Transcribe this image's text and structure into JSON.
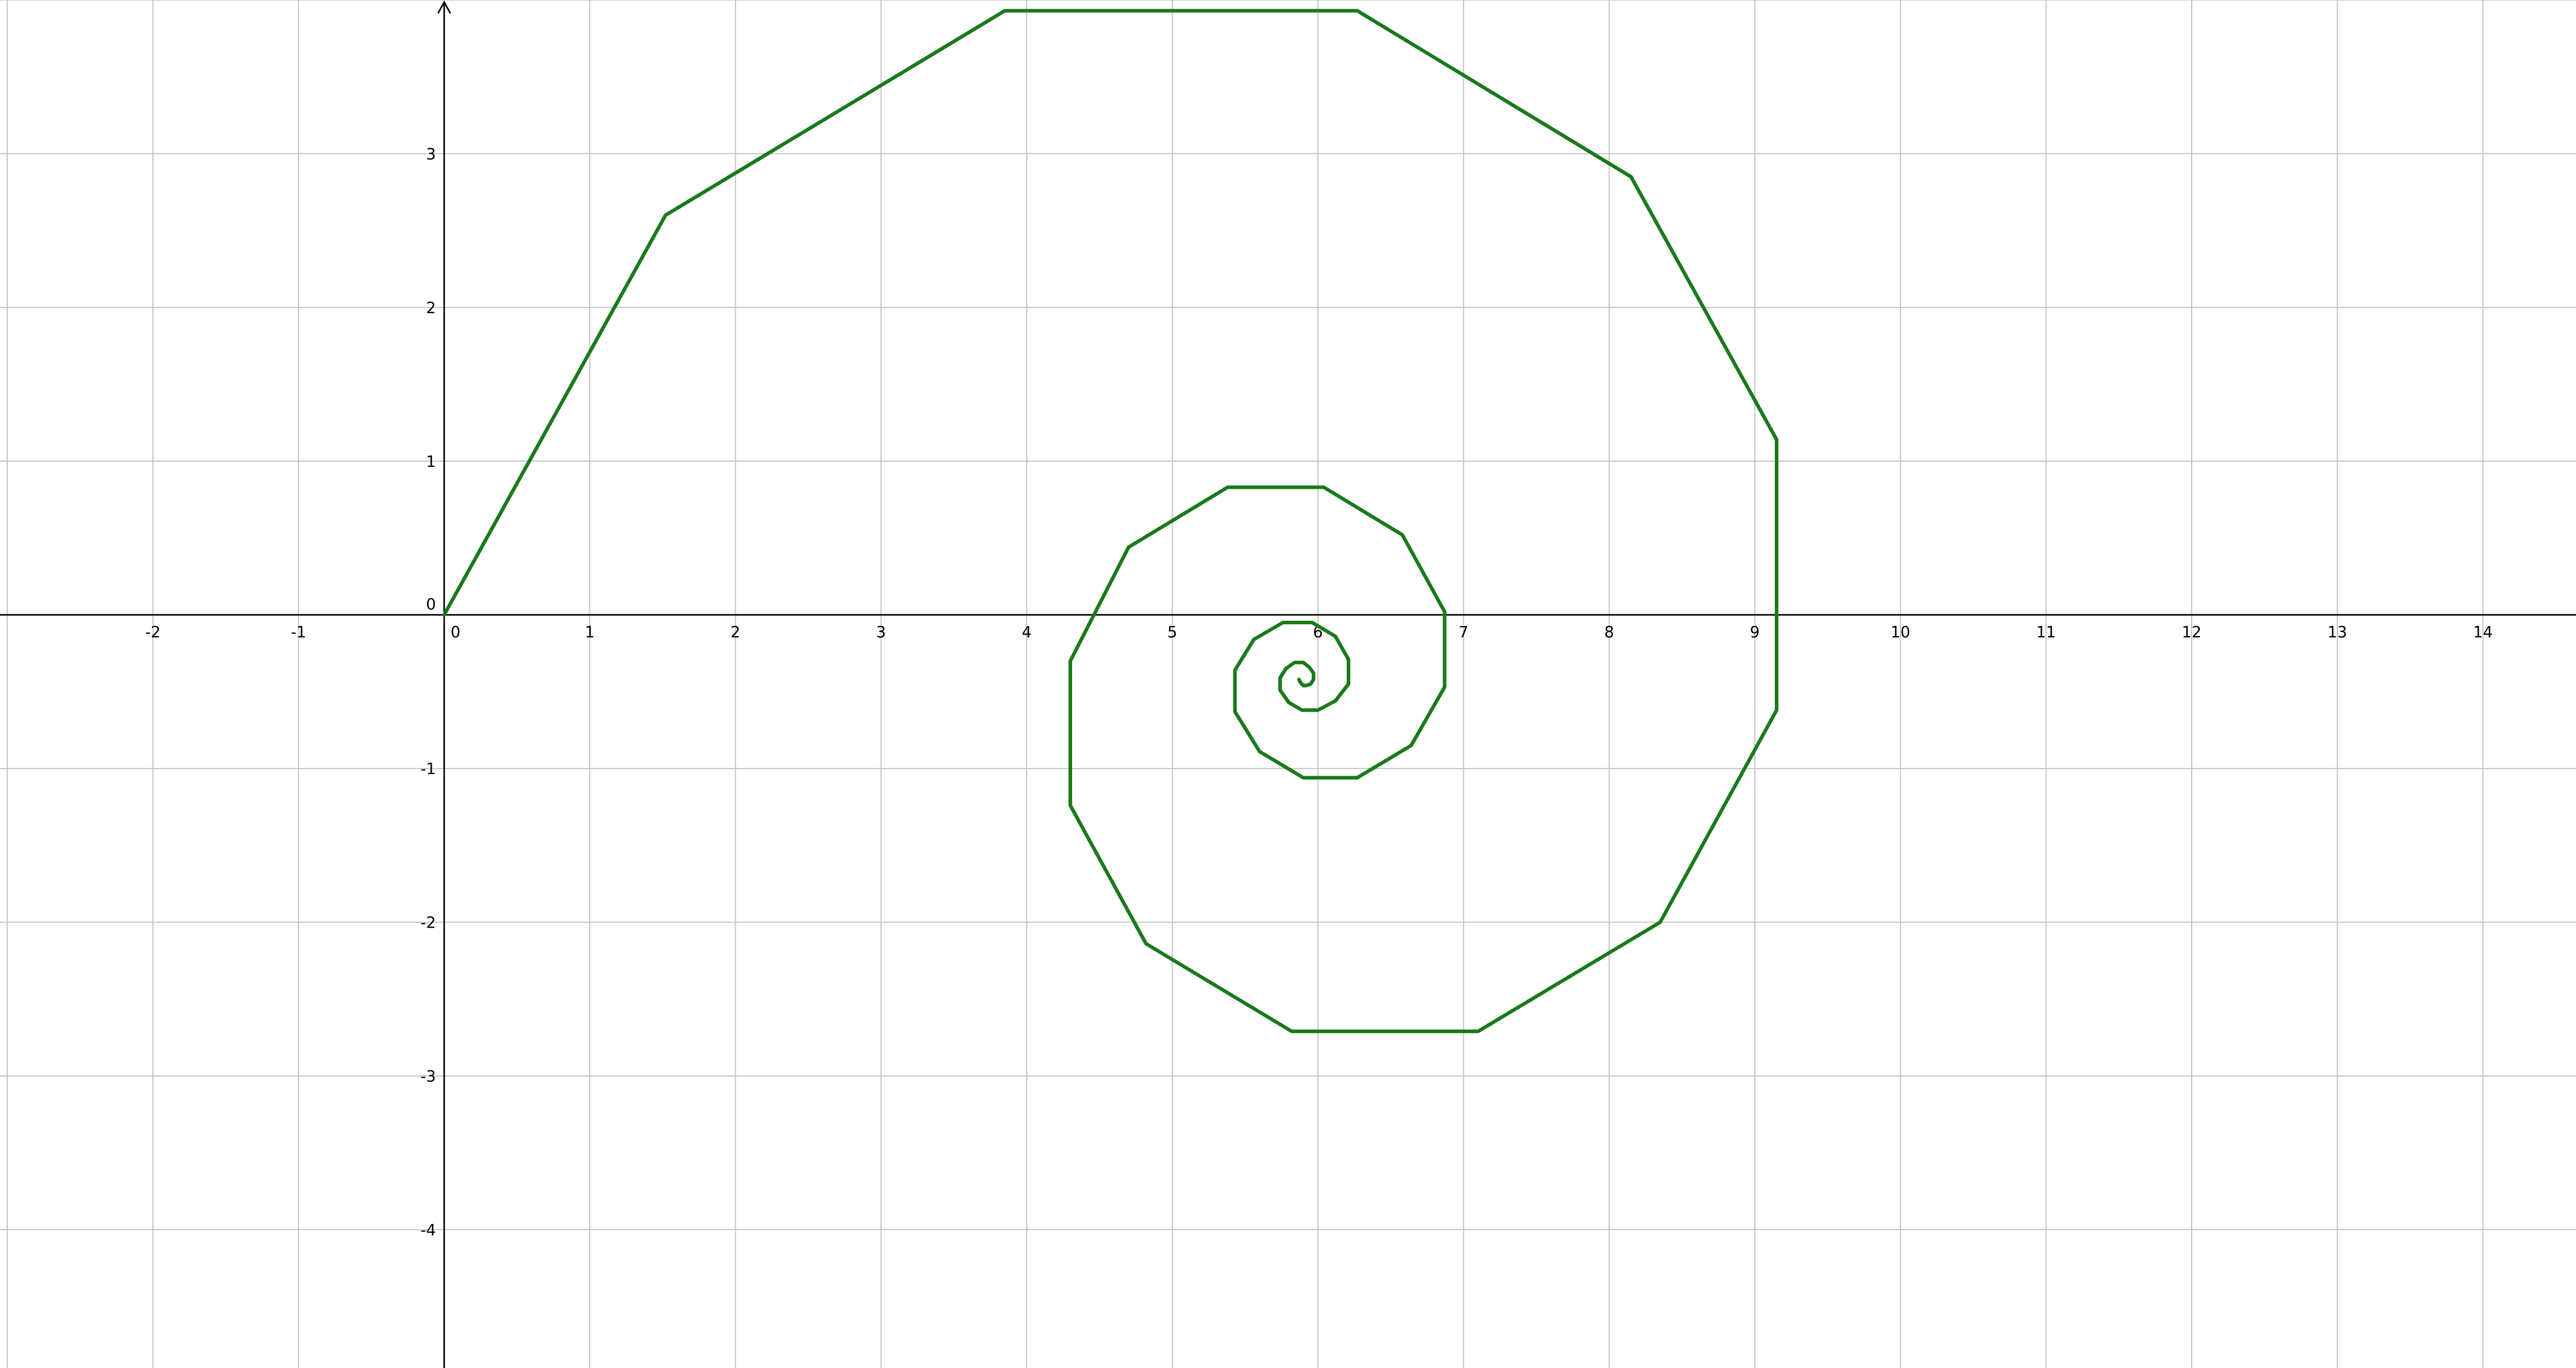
{
  "chart_data": {
    "type": "line",
    "title": "",
    "xlabel": "",
    "ylabel": "",
    "xlim": [
      -3.05,
      15.0
    ],
    "ylim": [
      -4.9,
      4.0
    ],
    "grid": true,
    "x_ticks": [
      -2,
      -1,
      0,
      1,
      2,
      3,
      4,
      5,
      6,
      7,
      8,
      9,
      10,
      11,
      12,
      13,
      14
    ],
    "y_ticks": [
      -4,
      -3,
      -2,
      -1,
      0,
      1,
      2,
      3
    ],
    "series": [
      {
        "color": "#1a7a1a",
        "points": [
          [
            0,
            0
          ],
          [
            1.52,
            2.6
          ],
          [
            3.85,
            3.93
          ],
          [
            6.27,
            3.93
          ],
          [
            8.15,
            2.85
          ],
          [
            9.15,
            1.14
          ],
          [
            9.15,
            -0.62
          ],
          [
            8.35,
            -2.0
          ],
          [
            7.1,
            -2.71
          ],
          [
            5.82,
            -2.71
          ],
          [
            4.82,
            -2.14
          ],
          [
            4.3,
            -1.24
          ],
          [
            4.3,
            -0.3
          ],
          [
            4.7,
            0.44
          ],
          [
            5.38,
            0.83
          ],
          [
            6.04,
            0.83
          ],
          [
            6.58,
            0.52
          ],
          [
            6.87,
            0.02
          ],
          [
            6.87,
            -0.47
          ],
          [
            6.64,
            -0.85
          ],
          [
            6.27,
            -1.06
          ],
          [
            5.9,
            -1.06
          ],
          [
            5.6,
            -0.89
          ],
          [
            5.43,
            -0.63
          ],
          [
            5.43,
            -0.36
          ],
          [
            5.56,
            -0.16
          ],
          [
            5.76,
            -0.05
          ],
          [
            5.96,
            -0.05
          ],
          [
            6.12,
            -0.14
          ],
          [
            6.21,
            -0.29
          ],
          [
            6.21,
            -0.45
          ],
          [
            6.12,
            -0.56
          ],
          [
            6.0,
            -0.62
          ],
          [
            5.89,
            -0.62
          ],
          [
            5.8,
            -0.57
          ],
          [
            5.74,
            -0.49
          ],
          [
            5.74,
            -0.41
          ],
          [
            5.78,
            -0.35
          ],
          [
            5.84,
            -0.31
          ],
          [
            5.9,
            -0.31
          ],
          [
            5.94,
            -0.34
          ],
          [
            5.97,
            -0.38
          ],
          [
            5.97,
            -0.42
          ],
          [
            5.95,
            -0.45
          ],
          [
            5.92,
            -0.46
          ],
          [
            5.9,
            -0.46
          ],
          [
            5.88,
            -0.44
          ],
          [
            5.87,
            -0.42
          ]
        ]
      }
    ]
  },
  "colors": {
    "grid": "#c0c0c0",
    "axis": "#000000",
    "curve": "#1a7a1a"
  }
}
